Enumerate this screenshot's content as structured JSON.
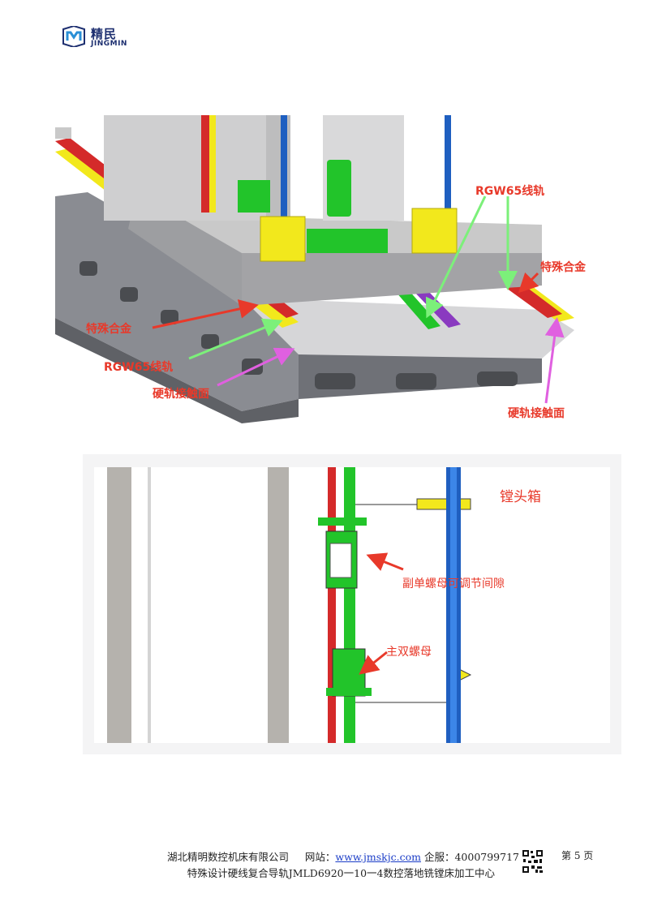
{
  "header": {
    "logo_cn": "精民",
    "logo_en": "JINGMIN"
  },
  "figure1": {
    "labels": {
      "rgw65_right": "RGW65线轨",
      "alloy_right": "特殊合金",
      "alloy_left": "特殊合金",
      "rgw65_left": "RGW65线轨",
      "hard_rail_left": "硬轨接触面",
      "hard_rail_right": "硬轨接触面"
    },
    "colors": {
      "red_arrow": "#e8392a",
      "green_arrow": "#7cf07a",
      "magenta_arrow": "#e060e0",
      "gray_body": "#8e9096",
      "yellow_rail": "#f2e81c",
      "green_part": "#22c42a",
      "blue_screw": "#1f5fc0"
    }
  },
  "figure2": {
    "labels": {
      "box_title": "镗头箱",
      "secondary_nut": "副单螺母可调节间隙",
      "main_nut": "主双螺母"
    }
  },
  "footer": {
    "company": "湖北精明数控机床有限公司",
    "website_label": "网站：",
    "website": "www.jmskjc.com",
    "service_label": "企服：",
    "service_phone": "4000799717",
    "page": "第 5 页",
    "subtitle": "特殊设计硬线复合导轨JMLD6920一10一4数控落地铣镗床加工中心"
  }
}
